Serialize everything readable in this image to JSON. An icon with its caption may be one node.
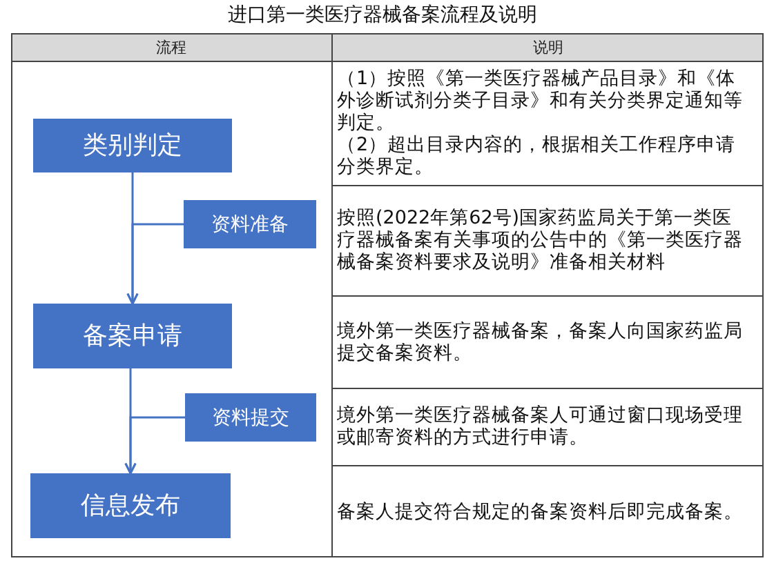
{
  "diagram": {
    "title": "进口第一类医疗器械备案流程及说明",
    "nodes": [
      {
        "text": [
          "类别判定"
        ]
      },
      {
        "text": [
          "资料准备"
        ]
      },
      {
        "text": [
          "备案申请"
        ]
      },
      {
        "text": [
          "资料提交"
        ]
      },
      {
        "text": [
          "信息发布"
        ]
      }
    ],
    "edges": [
      {
        "from": 0,
        "to": 2,
        "arrow": "to"
      },
      {
        "from": 1,
        "to": 2,
        "arrow": "to"
      },
      {
        "from": 2,
        "to": 4,
        "arrow": "to"
      },
      {
        "from": 3,
        "to": 4,
        "arrow": "to"
      }
    ],
    "labels": [
      "流程",
      "说明",
      "（1）按照《第一类医疗器械产品目录》和《体外诊断试剂分类子目录》和有关分类界定通知等判定。",
      "（2）超出目录内容的，根据相关工作程序申请分类界定。",
      "按照(2022年第62号)国家药监局关于第一类医疗器械备案有关事项的公告中的《第一类医疗器械备案资料要求及说明》准备相关材料",
      "境外第一类医疗器械备案，备案人向国家药监局提交备案资料。",
      "境外第一类医疗器械备案人可通过窗口现场受理或邮寄资料的方式进行申请。",
      "备案人提交符合规定的备案资料后即完成备案。"
    ]
  }
}
